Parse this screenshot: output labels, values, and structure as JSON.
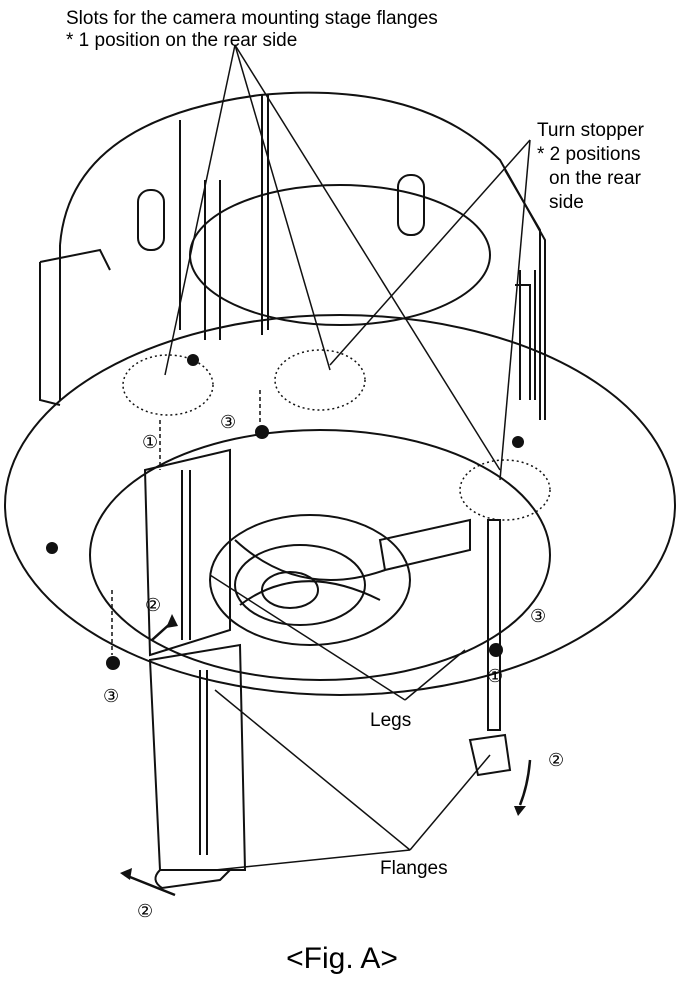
{
  "labels": {
    "slots_title": "Slots for the camera mounting stage flanges",
    "slots_note": "* 1 position on the rear side",
    "turn_stopper_title": "Turn stopper",
    "turn_stopper_note_1": "* 2 positions",
    "turn_stopper_note_2": "on the rear",
    "turn_stopper_note_3": "side",
    "legs": "Legs",
    "flanges": "Flanges"
  },
  "step_markers": {
    "step_1": "①",
    "step_2": "②",
    "step_3": "③"
  },
  "caption": "<Fig. A>"
}
